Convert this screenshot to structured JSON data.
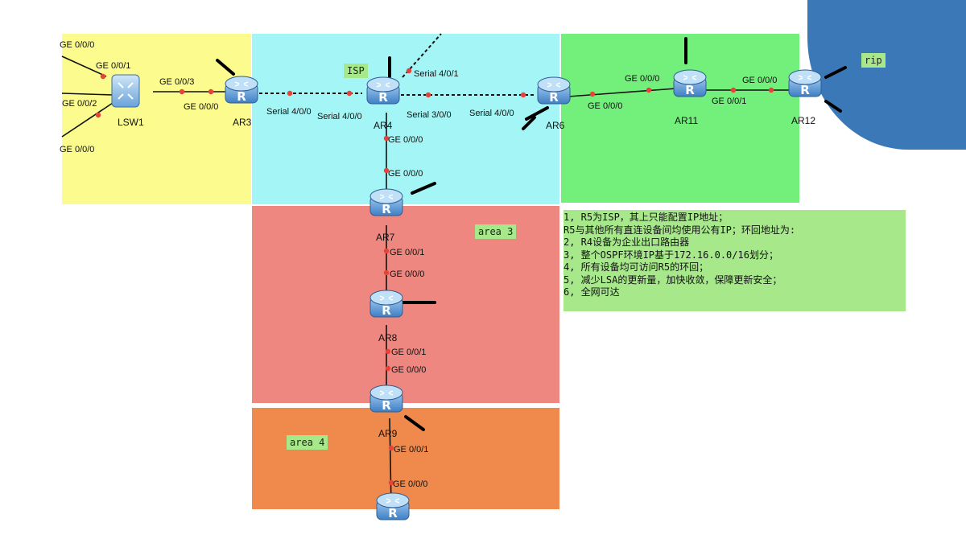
{
  "zones": {
    "yellow": "#fbfb8e",
    "cyan": "#a4f6f6",
    "green": "#73f07b",
    "red": "#ee8780",
    "orange": "#ef8a4c",
    "blue": "#3b78b8",
    "note_bg": "#a6e88a"
  },
  "tags": {
    "isp": "ISP",
    "area3": "area 3",
    "area4": "area 4",
    "rip": "rip"
  },
  "notes": [
    "1, R5为ISP，其上只能配置IP地址；",
    "   R5与其他所有直连设备间均使用公有IP；环回地址为:",
    "2, R4设备为企业出口路由器",
    "3, 整个OSPF环境IP基于172.16.0.0/16划分；",
    "4, 所有设备均可访问R5的环回；",
    "5, 减少LSA的更新量，加快收敛，保障更新安全；",
    "6, 全网可达"
  ],
  "devices": {
    "lsw1": "LSW1",
    "ar3": "AR3",
    "ar4": "AR4",
    "ar6": "AR6",
    "ar11": "AR11",
    "ar12": "AR12",
    "ar7": "AR7",
    "ar8": "AR8",
    "ar9": "AR9"
  },
  "ports": {
    "lsw_top": "GE 0/0/0",
    "lsw_g1": "GE 0/0/1",
    "lsw_g2": "GE 0/0/2",
    "lsw_bottom": "GE 0/0/0",
    "lsw_g3": "GE 0/0/3",
    "ar3_g0": "GE 0/0/0",
    "ar3_s4": "Serial 4/0/0",
    "ar4_s4_0": "Serial 4/0/0",
    "ar4_s4_1": "Serial 4/0/1",
    "ar4_s3": "Serial 3/0/0",
    "ar6_s4": "Serial 4/0/0",
    "ar6_g0": "GE 0/0/0",
    "ar11_g0_in": "GE 0/0/0",
    "ar11_g1": "GE 0/0/1",
    "ar12_g0": "GE 0/0/0",
    "ar4_down": "GE 0/0/0",
    "ar7_up": "GE 0/0/0",
    "ar7_down": "GE 0/0/1",
    "ar8_up": "GE 0/0/0",
    "ar8_down": "GE 0/0/1",
    "ar9_up": "GE 0/0/0",
    "ar9_down": "GE 0/0/1",
    "ar10_up": "GE 0/0/0"
  },
  "router_letter": "R"
}
